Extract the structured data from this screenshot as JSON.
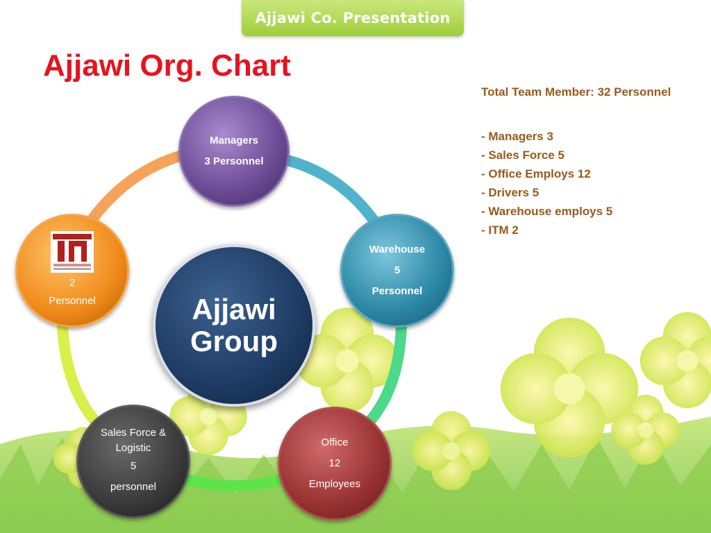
{
  "header": {
    "tab_label": "Ajjawi Co. Presentation"
  },
  "title": "Ajjawi Org. Chart",
  "summary": {
    "total": "Total Team Member: 32 Personnel",
    "items": [
      "- Managers 3",
      "- Sales Force 5",
      "- Office Employs 12",
      "- Drivers 5",
      "- Warehouse employs 5",
      "- ITM 2"
    ]
  },
  "center_node": {
    "line1": "Ajjawi",
    "line2": "Group",
    "color": "#1d3b63"
  },
  "nodes": {
    "managers": {
      "line1": "Managers",
      "line2": "3 Personnel",
      "color": "#6a4a93"
    },
    "warehouse": {
      "line1": "Warehouse",
      "line2": "5",
      "line3": "Personnel",
      "color": "#2a86a3"
    },
    "office": {
      "line1": "Office",
      "line2": "12",
      "line3": "Employees",
      "color": "#983232"
    },
    "sales": {
      "line1": "Sales Force &",
      "line2": "Logistic",
      "line3": "5",
      "line4": "personnel",
      "color": "#3a3a3a"
    },
    "itm": {
      "logo_text": "TM",
      "logo_caption": "International Trade For Materials",
      "line1": "2",
      "line2": "Personnel",
      "color": "#f08a1a"
    }
  },
  "colors": {
    "title": "#e8121f",
    "summary_text": "#985a18",
    "header_tab": "#9fcd3a"
  }
}
